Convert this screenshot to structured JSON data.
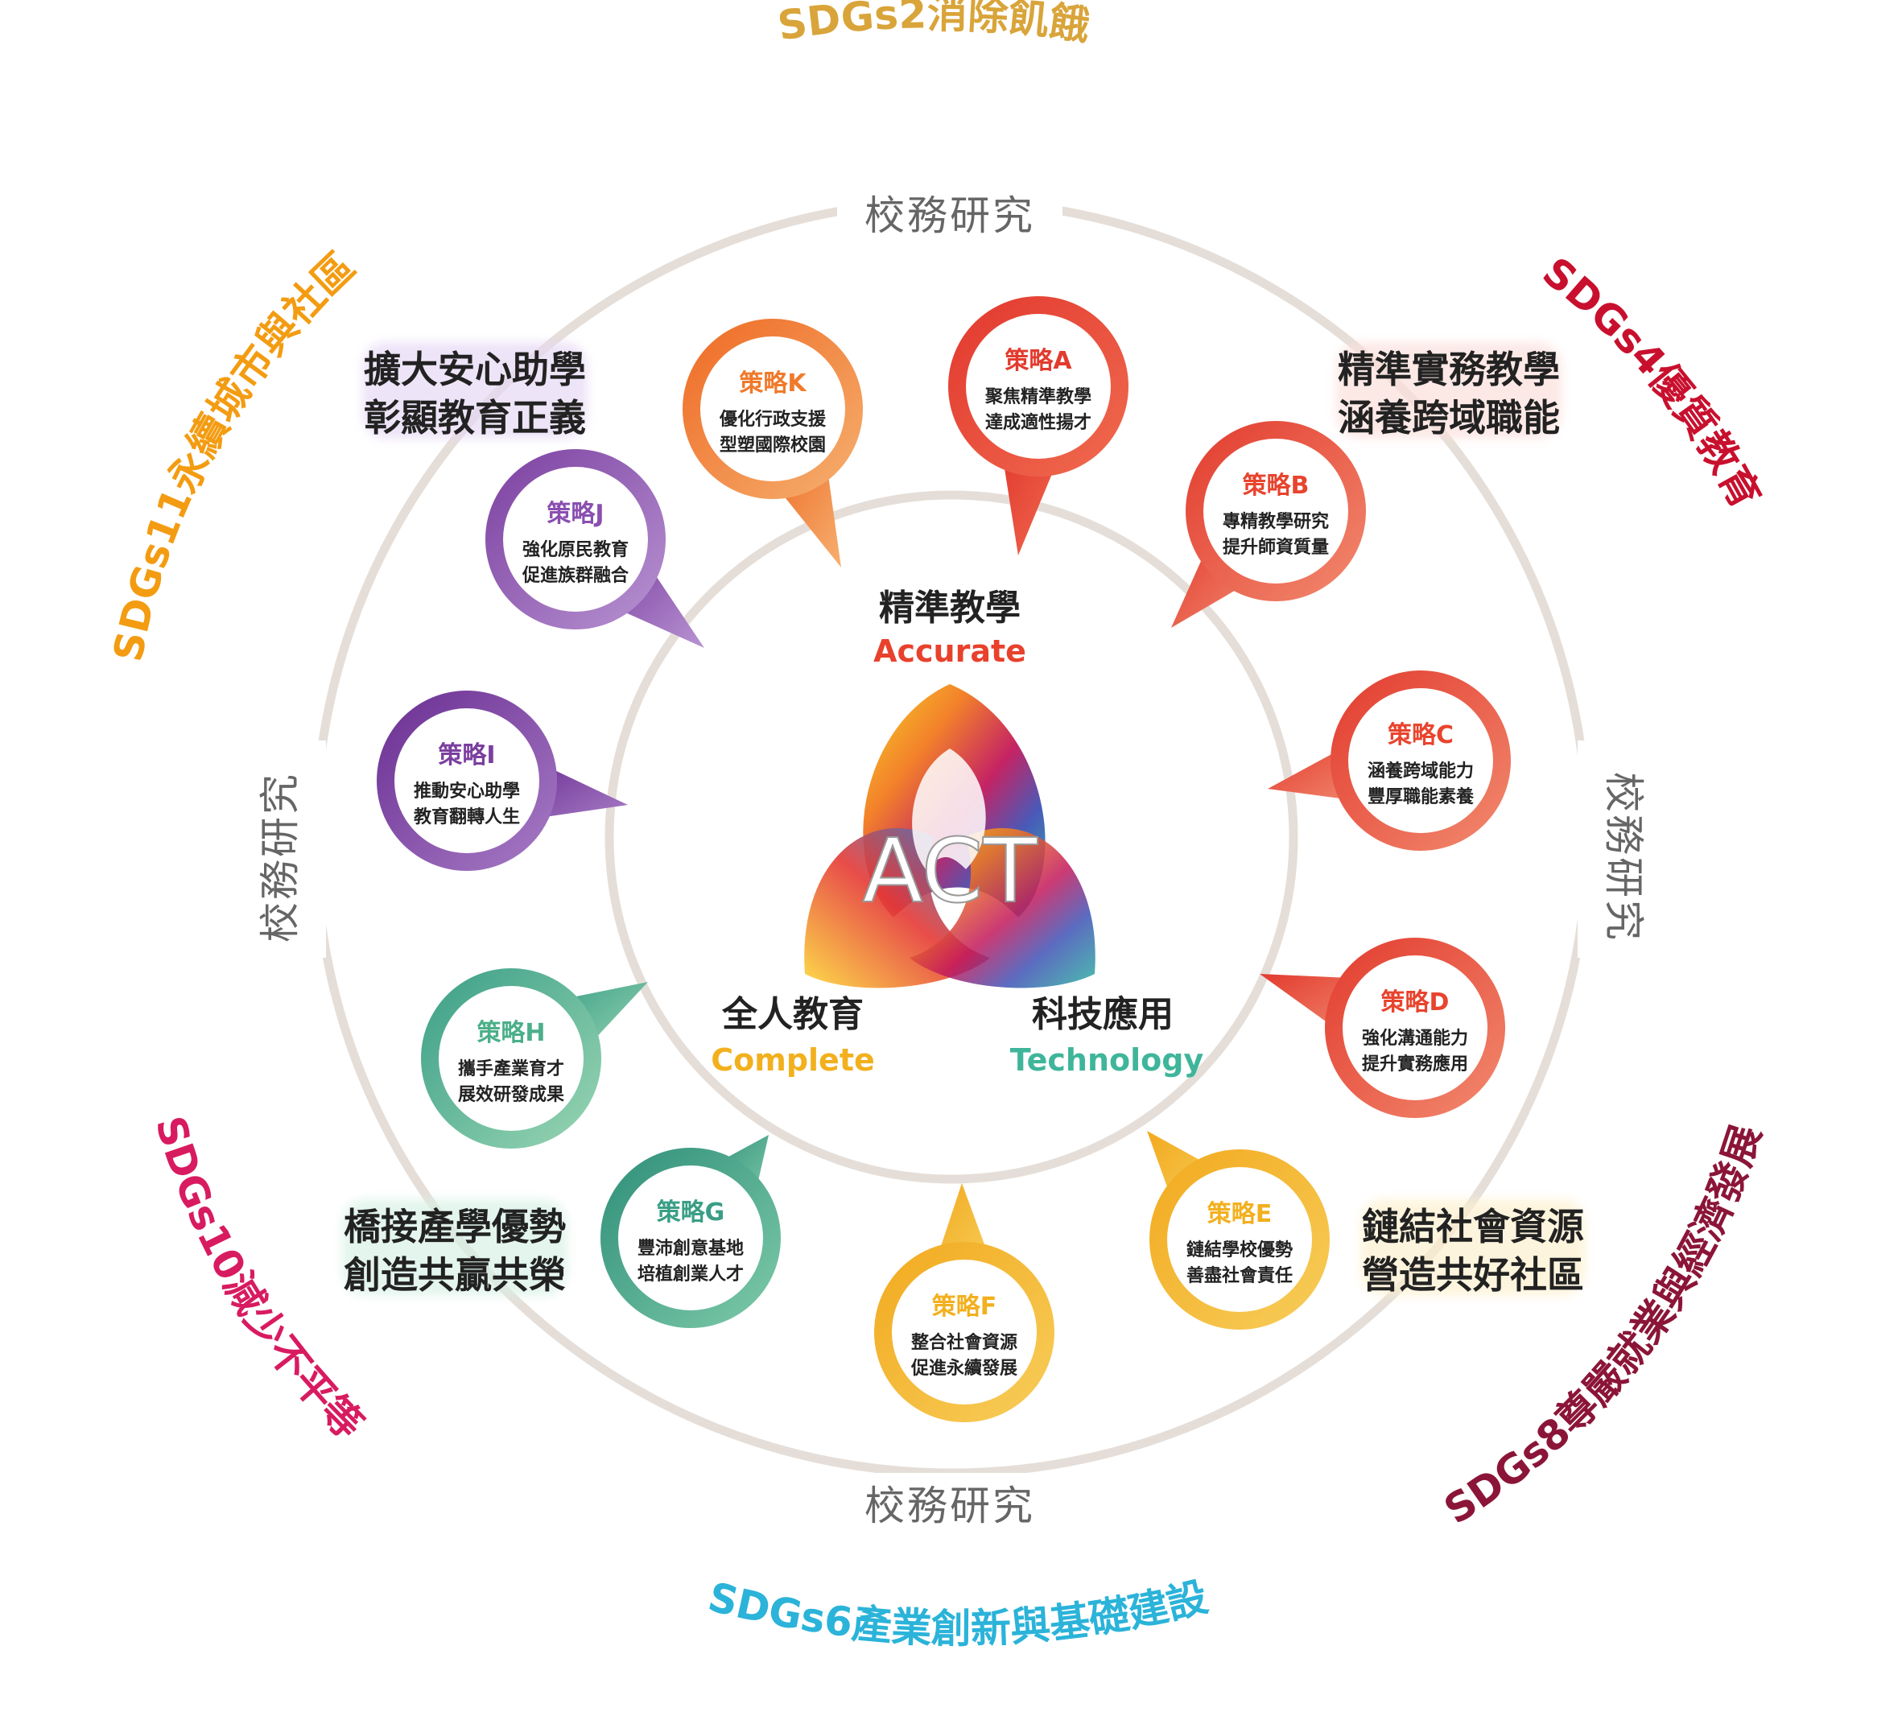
{
  "sdgs": [
    {
      "id": "sdg2",
      "text": "SDGs2消除飢餓",
      "color": "#D9A43A"
    },
    {
      "id": "sdg4",
      "text": "SDGs4優質教育",
      "color": "#C8102E"
    },
    {
      "id": "sdg8",
      "text": "SDGs8尊嚴就業與經濟發展",
      "color": "#8B1538"
    },
    {
      "id": "sdg6",
      "text": "SDGs6產業創新與基礎建設",
      "color": "#2BB3D9"
    },
    {
      "id": "sdg10",
      "text": "SDGs10減少不平等",
      "color": "#D81B60"
    },
    {
      "id": "sdg11",
      "text": "SDGs11永續城市與社區",
      "color": "#F39C12"
    }
  ],
  "ring_labels": {
    "top": "校務研究",
    "bottom": "校務研究",
    "left": "校務研究",
    "right": "校務研究"
  },
  "themes": {
    "top_left": {
      "line1": "擴大安心助學",
      "line2": "彰顯教育正義"
    },
    "top_right": {
      "line1": "精準實務教學",
      "line2": "涵養跨域職能"
    },
    "bottom_left": {
      "line1": "橋接產學優勢",
      "line2": "創造共贏共榮"
    },
    "bottom_right": {
      "line1": "鏈結社會資源",
      "line2": "營造共好社區"
    }
  },
  "core": {
    "logo_text": "ACT",
    "accurate": {
      "zh": "精準教學",
      "en": "Accurate",
      "color": "#E8412C"
    },
    "complete": {
      "zh": "全人教育",
      "en": "Complete",
      "color": "#F2B01E"
    },
    "technology": {
      "zh": "科技應用",
      "en": "Technology",
      "color": "#3FB59A"
    }
  },
  "strategies": [
    {
      "id": "A",
      "title": "策略A",
      "line1": "聚焦精準教學",
      "line2": "達成適性揚才",
      "color": "#E23B2E"
    },
    {
      "id": "B",
      "title": "策略B",
      "line1": "專精教學研究",
      "line2": "提升師資質量",
      "color": "#E8442E"
    },
    {
      "id": "C",
      "title": "策略C",
      "line1": "涵養跨域能力",
      "line2": "豐厚職能素養",
      "color": "#E8442E"
    },
    {
      "id": "D",
      "title": "策略D",
      "line1": "強化溝通能力",
      "line2": "提升實務應用",
      "color": "#E8442E"
    },
    {
      "id": "E",
      "title": "策略E",
      "line1": "鏈結學校優勢",
      "line2": "善盡社會責任",
      "color": "#F2B01E"
    },
    {
      "id": "F",
      "title": "策略F",
      "line1": "整合社會資源",
      "line2": "促進永續發展",
      "color": "#F2B01E"
    },
    {
      "id": "G",
      "title": "策略G",
      "line1": "豐沛創意基地",
      "line2": "培植創業人才",
      "color": "#3A9E86"
    },
    {
      "id": "H",
      "title": "策略H",
      "line1": "攜手產業育才",
      "line2": "展效研發成果",
      "color": "#4CAF8A"
    },
    {
      "id": "I",
      "title": "策略I",
      "line1": "推動安心助學",
      "line2": "教育翻轉人生",
      "color": "#7B3FA0"
    },
    {
      "id": "J",
      "title": "策略J",
      "line1": "強化原民教育",
      "line2": "促進族群融合",
      "color": "#8A4FB0"
    },
    {
      "id": "K",
      "title": "策略K",
      "line1": "優化行政支援",
      "line2": "型塑國際校園",
      "color": "#F07A2B"
    }
  ]
}
